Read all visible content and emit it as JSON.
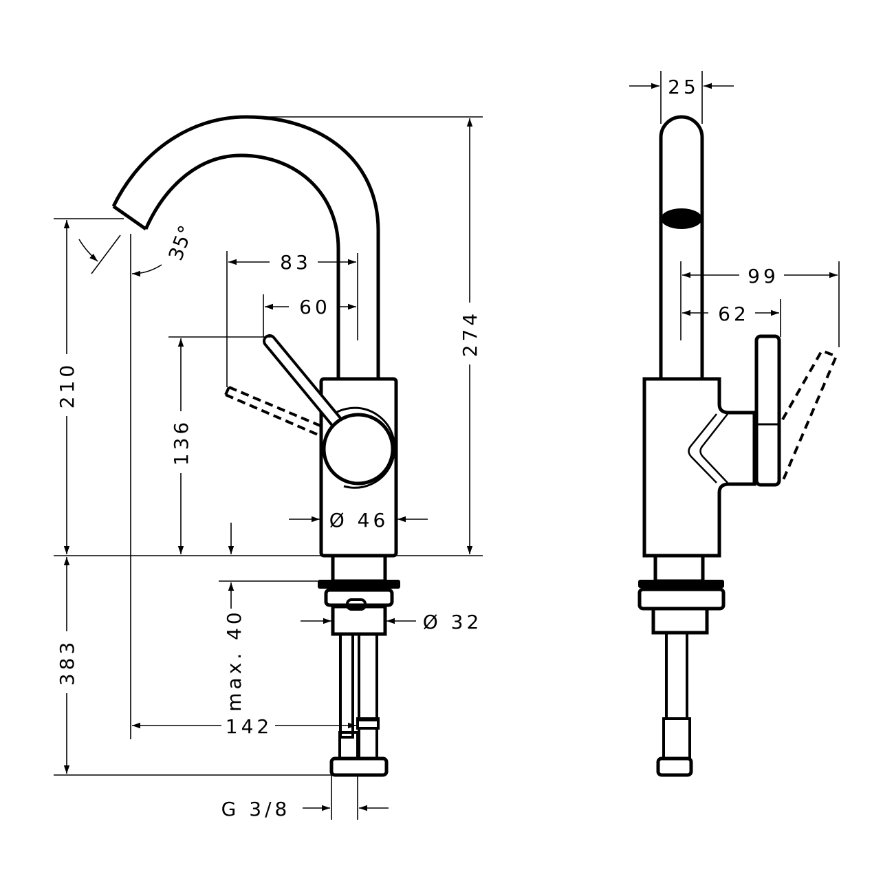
{
  "drawing": {
    "views": [
      "front-view",
      "side-view"
    ],
    "colors": {
      "line": "#000000",
      "background": "#ffffff"
    },
    "dimensions": {
      "spout_width": "25",
      "total_height": "274",
      "lever_reach_max": "83",
      "lever_reach": "60",
      "spout_angle": "35°",
      "spout_height": "210",
      "lever_height": "136",
      "body_diameter": "Ø 46",
      "side_lever_reach_max": "99",
      "side_lever_reach": "62",
      "below_deck_length": "383",
      "max_deck_thickness": "max. 40",
      "shank_diameter": "Ø 32",
      "spout_projection": "142",
      "thread": "G 3/8"
    }
  }
}
